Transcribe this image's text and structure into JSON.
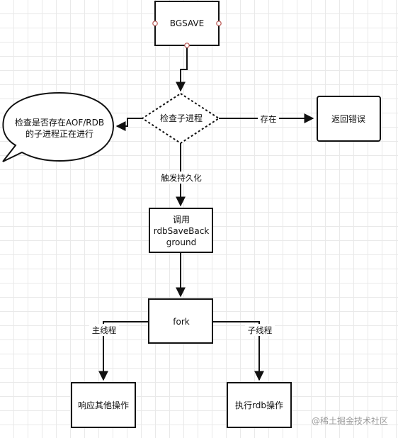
{
  "nodes": {
    "bgsave": "BGSAVE",
    "check_child": "检查子进程",
    "callout_line1": "检查是否存在AOF/RDB",
    "callout_line2": "的子进程正在进行",
    "return_error": "返回错误",
    "call_line1": "调用",
    "call_line2": "rdbSaveBack",
    "call_line3": "ground",
    "fork": "fork",
    "respond_other": "响应其他操作",
    "exec_rdb": "执行rdb操作"
  },
  "edges": {
    "exists": "存在",
    "trigger": "触发持久化",
    "main_thread": "主线程",
    "child_thread": "子线程"
  },
  "watermark": "@稀土掘金技术社区"
}
